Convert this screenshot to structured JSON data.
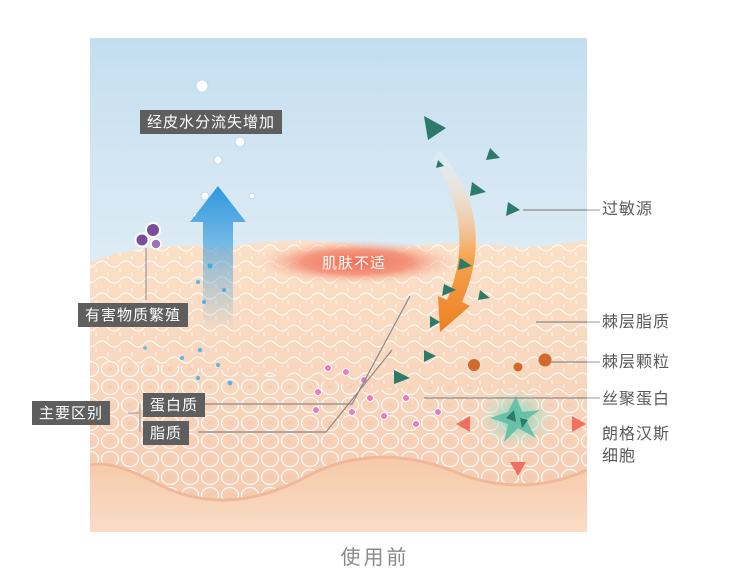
{
  "labels": {
    "tewl": "经皮水分流失增加",
    "harmful": "有害物质繁殖",
    "main_diff": "主要区别",
    "protein": "蛋白质",
    "lipid": "脂质",
    "discomfort": "肌肤不适",
    "allergen": "过敏源",
    "spinous_lipid": "棘层脂质",
    "spinous_granule": "棘层颗粒",
    "filaggrin": "丝聚蛋白",
    "langerhans_line1": "朗格汉斯",
    "langerhans_line2": "细胞"
  },
  "caption": "使用前",
  "colors": {
    "sky_top": "#c6dff0",
    "skin": "#f8d8c0",
    "cell_line": "#ffffff",
    "label_bg": "#5e5e5e",
    "arrow_blue": "#3aa0e0",
    "arrow_orange": "#f08a30",
    "discomfort_glow": "#f07860",
    "allergen": "#2e7a6a",
    "granule": "#d06a30",
    "lipid_dot": "#f07ab8",
    "protein_dot": "#e86ab0"
  }
}
